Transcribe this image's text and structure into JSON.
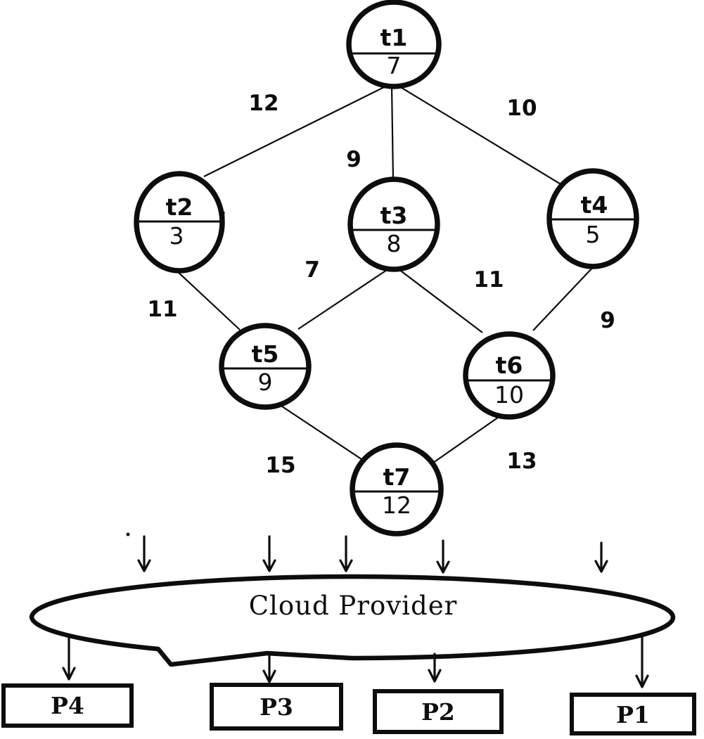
{
  "diagram": {
    "type": "task-graph-to-cloud-scheduling",
    "colors": {
      "ink": "#0d0d0d",
      "background": "#ffffff"
    },
    "nodes": [
      {
        "id": "t1",
        "label": "t1",
        "value": "7"
      },
      {
        "id": "t2",
        "label": "t2",
        "value": "3"
      },
      {
        "id": "t3",
        "label": "t3",
        "value": "8"
      },
      {
        "id": "t4",
        "label": "t4",
        "value": "5"
      },
      {
        "id": "t5",
        "label": "t5",
        "value": "9"
      },
      {
        "id": "t6",
        "label": "t6",
        "value": "10"
      },
      {
        "id": "t7",
        "label": "t7",
        "value": "12"
      }
    ],
    "edges": [
      {
        "from": "t1",
        "to": "t2",
        "weight": "12"
      },
      {
        "from": "t1",
        "to": "t3",
        "weight": "9"
      },
      {
        "from": "t1",
        "to": "t4",
        "weight": "10"
      },
      {
        "from": "t2",
        "to": "t5",
        "weight": "11"
      },
      {
        "from": "t3",
        "to": "t5",
        "weight": "7"
      },
      {
        "from": "t3",
        "to": "t6",
        "weight": "11"
      },
      {
        "from": "t4",
        "to": "t6",
        "weight": "9"
      },
      {
        "from": "t5",
        "to": "t7",
        "weight": "15"
      },
      {
        "from": "t6",
        "to": "t7",
        "weight": "13"
      }
    ],
    "cloud": {
      "label": "Cloud Provider"
    },
    "processors": [
      {
        "label": "P4"
      },
      {
        "label": "P3"
      },
      {
        "label": "P2"
      },
      {
        "label": "P1"
      }
    ]
  }
}
